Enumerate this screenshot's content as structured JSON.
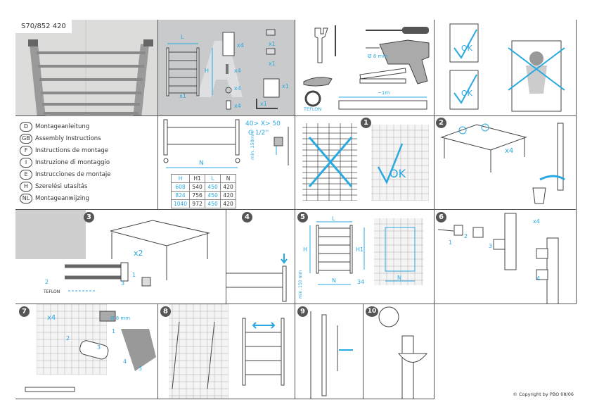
{
  "header": {
    "model": "S70/852 420"
  },
  "contents": {
    "dim_l": "L",
    "dim_h": "H",
    "qty_radiator": "x1",
    "qty_bracket": "x4",
    "qty_screw": "x4",
    "qty_washer": "x4",
    "qty_plug": "x4",
    "qty_cap1": "x1",
    "qty_cap2": "x1",
    "qty_manual": "x1",
    "qty_key": "x1"
  },
  "tools": {
    "drill_bit": "Ø 8 mm",
    "level_length": "~1m",
    "tape": "TEFLON"
  },
  "placement": {
    "ok_label": "OK"
  },
  "languages": [
    {
      "code": "D",
      "label": "Montageanleitung"
    },
    {
      "code": "GB",
      "label": "Assembly Instructions"
    },
    {
      "code": "F",
      "label": "Instructions de montage"
    },
    {
      "code": "I",
      "label": "Instruzione di montaggio"
    },
    {
      "code": "E",
      "label": "Instrucciones de montaje"
    },
    {
      "code": "H",
      "label": "Szerelési utasítás"
    },
    {
      "code": "NL",
      "label": "Montageanwijzing"
    }
  ],
  "dimensions": {
    "gap": "40> X> 50",
    "thread": "G 1/2''",
    "min": "min. 150mm",
    "n": "N",
    "table": {
      "headers": [
        "H",
        "H1",
        "L",
        "N"
      ],
      "rows": [
        [
          "608",
          "540",
          "450",
          "420"
        ],
        [
          "824",
          "756",
          "450",
          "420"
        ],
        [
          "1040",
          "972",
          "450",
          "420"
        ]
      ]
    }
  },
  "steps": {
    "s1": {
      "num": "1",
      "ok": "OK"
    },
    "s2": {
      "num": "2",
      "qty": "x4"
    },
    "s3": {
      "num": "3",
      "qty": "x2",
      "l1": "1",
      "l2": "2",
      "l3": "3",
      "tape": "TEFLON"
    },
    "s4": {
      "num": "4"
    },
    "s5": {
      "num": "5",
      "l": "L",
      "h": "H",
      "h1": "H1",
      "n1": "N",
      "n2": "N",
      "d34": "34",
      "min": "min. 150 mm"
    },
    "s6": {
      "num": "6",
      "qty": "x4",
      "l1": "1",
      "l2": "2",
      "l3": "3",
      "l4": "4"
    },
    "s7": {
      "num": "7",
      "qty": "x4",
      "bit": "Ø 8 mm",
      "l1": "1",
      "l2": "2",
      "l3": "3",
      "l4": "4",
      "l5": "5"
    },
    "s8": {
      "num": "8"
    },
    "s9": {
      "num": "9"
    },
    "s10": {
      "num": "10"
    }
  },
  "footer": {
    "copyright": "© Copyright by PBO 08/06"
  }
}
